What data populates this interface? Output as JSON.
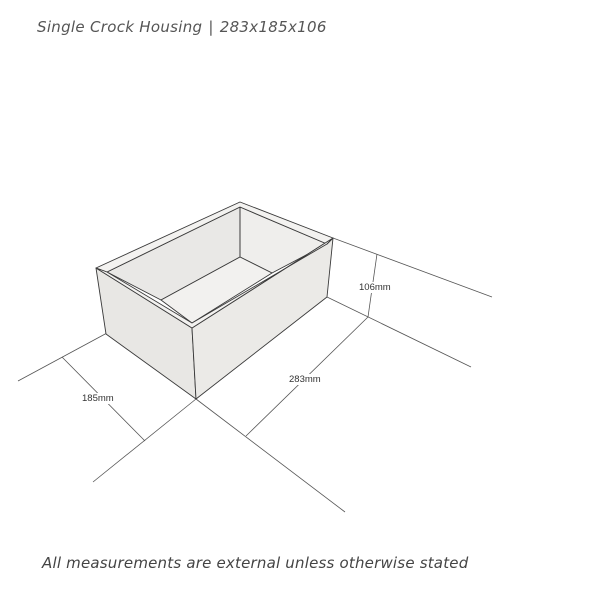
{
  "header": {
    "product_name": "Single Crock Housing",
    "separator": "|",
    "dimensions": "283x185x106"
  },
  "drawing": {
    "object": "open-top-rectangular-box",
    "colors": {
      "face_front": "#ecebe9",
      "face_side": "#e4e3e0",
      "interior": "#eeedeb",
      "floor": "#f1f0ee",
      "rim": "#f3f2f0",
      "edge": "#3a3a3a",
      "dimension_line": "#555555"
    },
    "dimensions": {
      "length_label": "283mm",
      "width_label": "185mm",
      "height_label": "106mm"
    }
  },
  "footer": {
    "note": "All measurements are external unless otherwise stated"
  }
}
